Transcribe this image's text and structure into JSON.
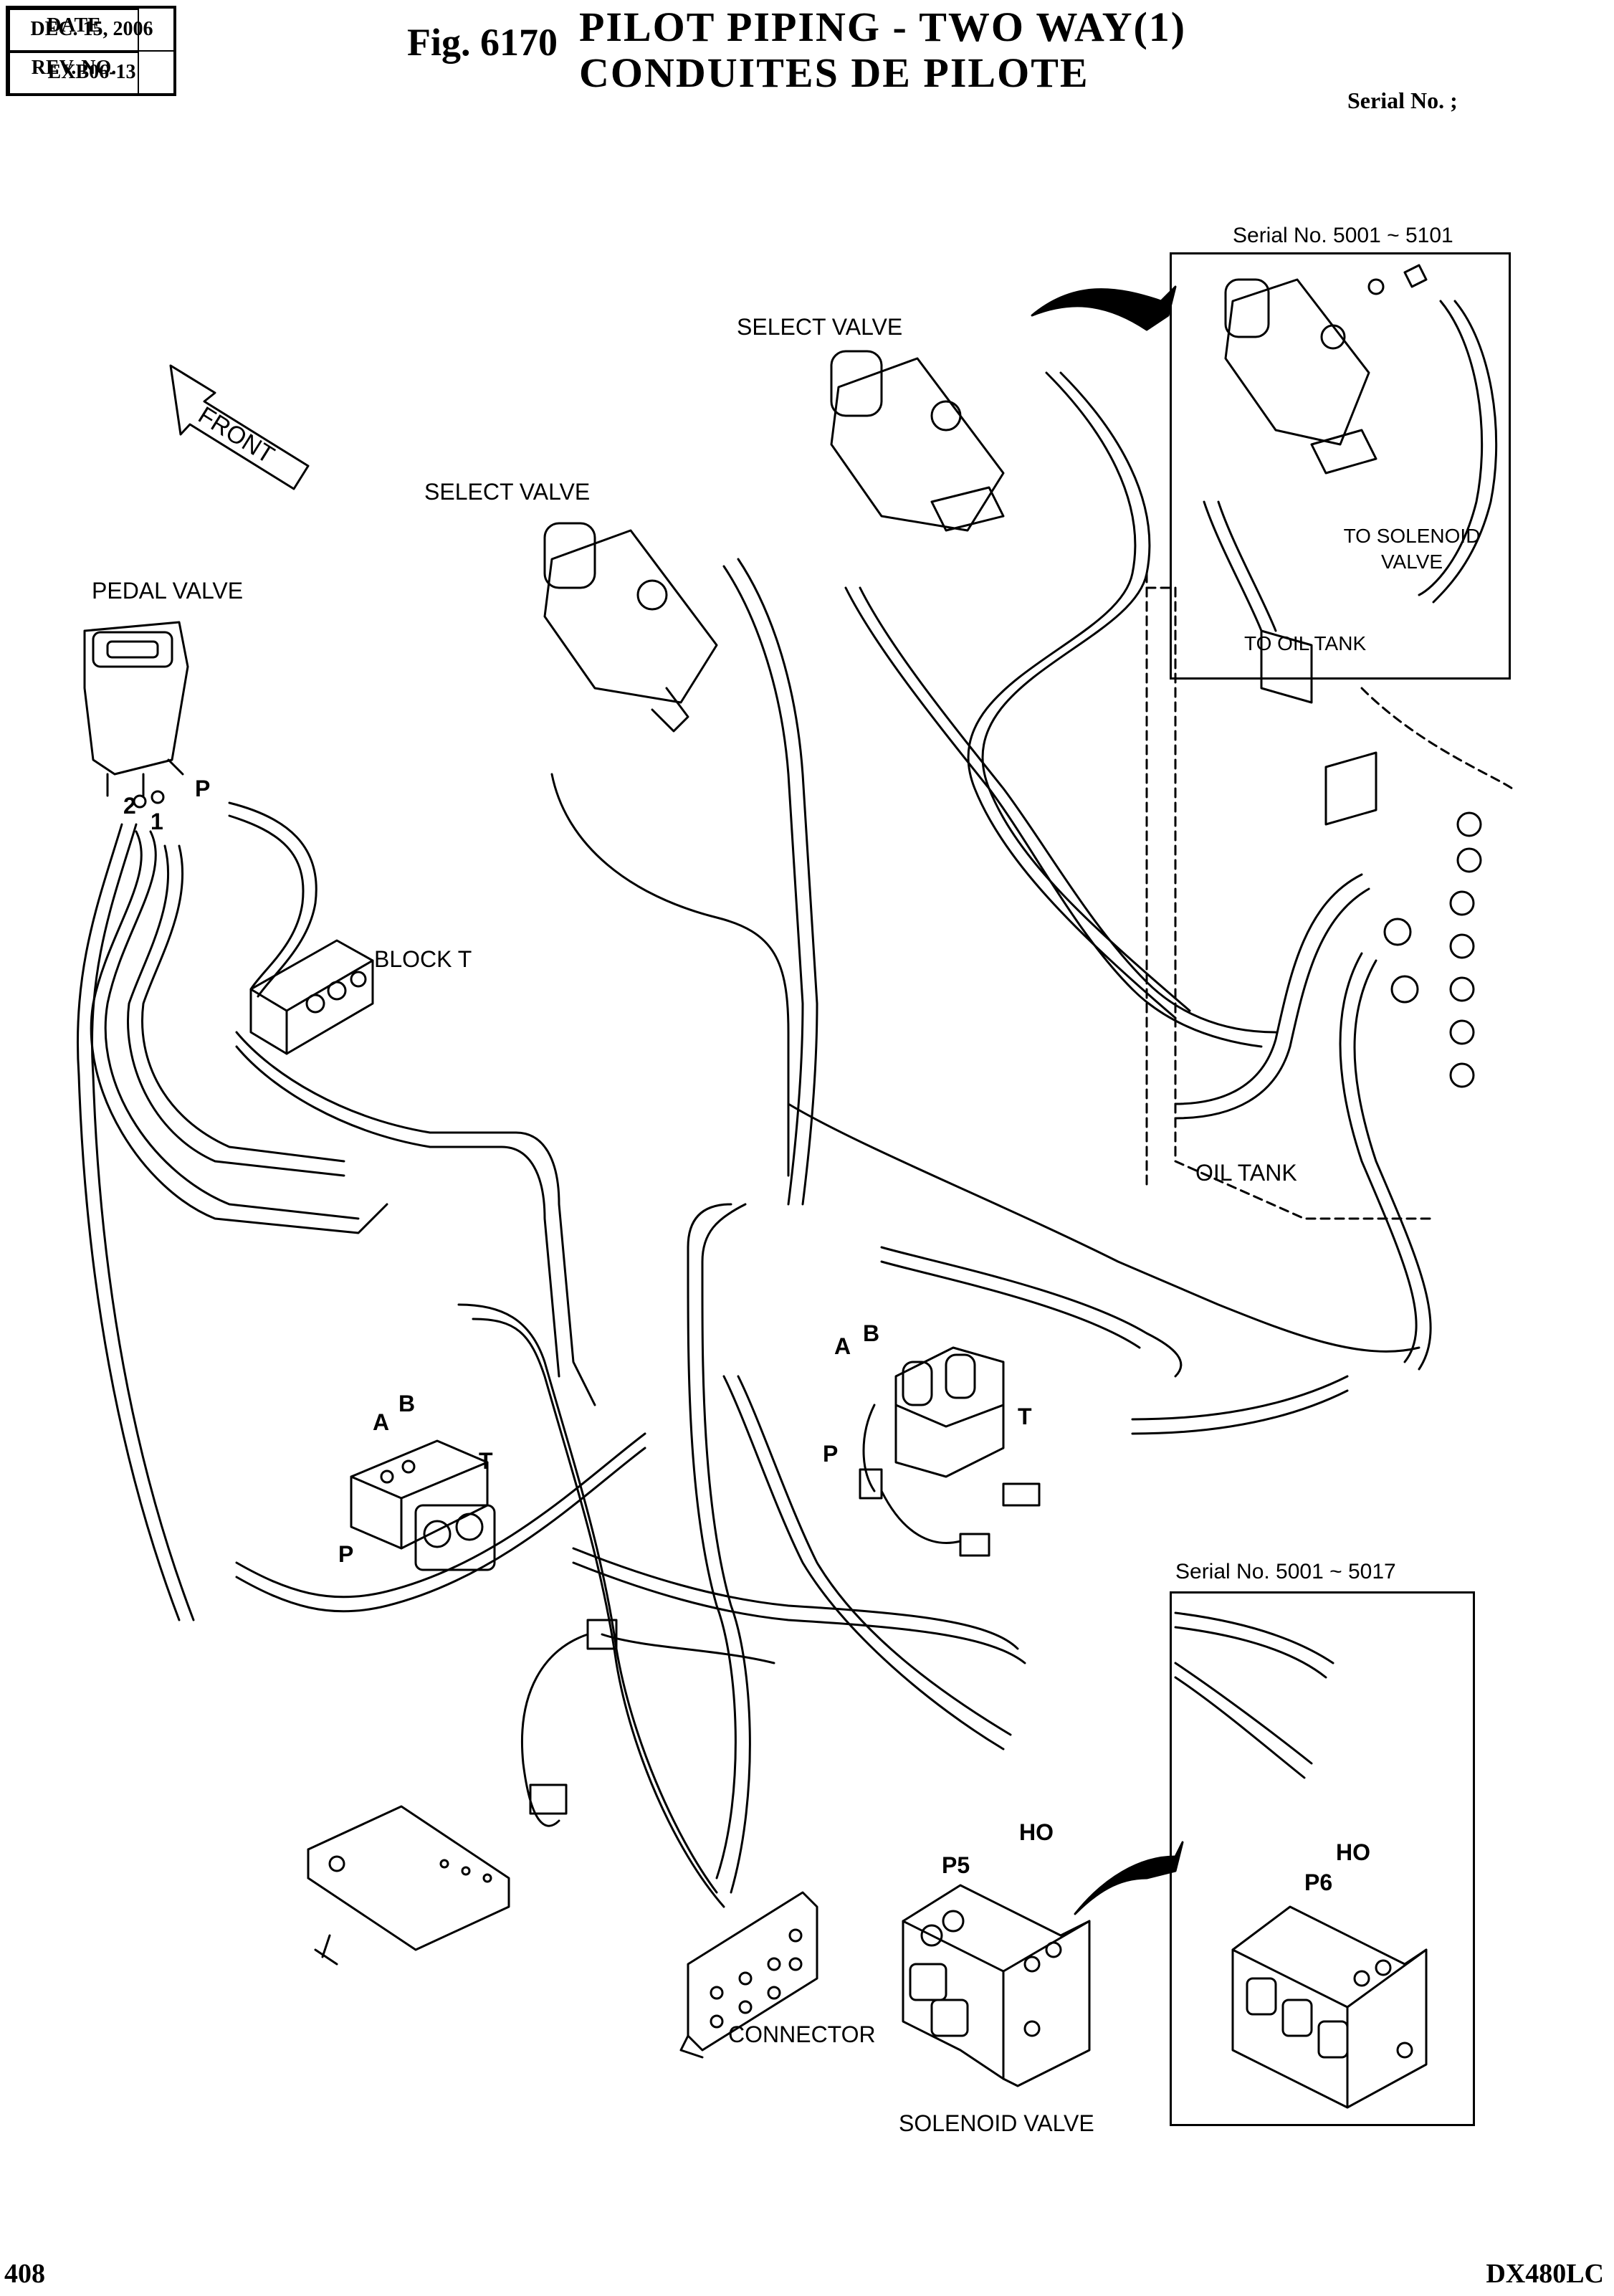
{
  "header": {
    "date_label": "DATE",
    "date_value": "DEC. 15, 2006",
    "rev_label": "REV. NO.",
    "rev_value": "EXB06-13"
  },
  "figure": {
    "number": "Fig. 6170",
    "title_en": "PILOT PIPING - TWO WAY(1)",
    "title_fr": "CONDUITES DE PILOTE",
    "serial": "Serial No. ;"
  },
  "labels": {
    "select_valve_1": "SELECT VALVE",
    "select_valve_2": "SELECT VALVE",
    "front": "FRONT",
    "pedal_valve": "PEDAL VALVE",
    "block_t": "BLOCK  T",
    "oil_tank": "OIL TANK",
    "connector": "CONNECTOR",
    "solenoid_valve": "SOLENOID VALVE",
    "port_p_pedal": "P",
    "port_2": "2",
    "port_1": "1",
    "port_a_left": "A",
    "port_b_left": "B",
    "port_t_left": "T",
    "port_p_left": "P",
    "port_a_mid": "A",
    "port_b_mid": "B",
    "port_t_mid": "T",
    "port_p_mid": "P",
    "port_ho": "HO",
    "port_p5": "P5"
  },
  "inset_top": {
    "serial": "Serial No. 5001 ~ 5101",
    "to_solenoid_line1": "TO SOLENOID",
    "to_solenoid_line2": "VALVE",
    "to_oil_tank": "TO OIL TANK"
  },
  "inset_bottom": {
    "serial": "Serial No. 5001 ~ 5017",
    "port_ho": "HO",
    "port_p6": "P6"
  },
  "footer": {
    "page": "408",
    "model": "DX480LC"
  }
}
